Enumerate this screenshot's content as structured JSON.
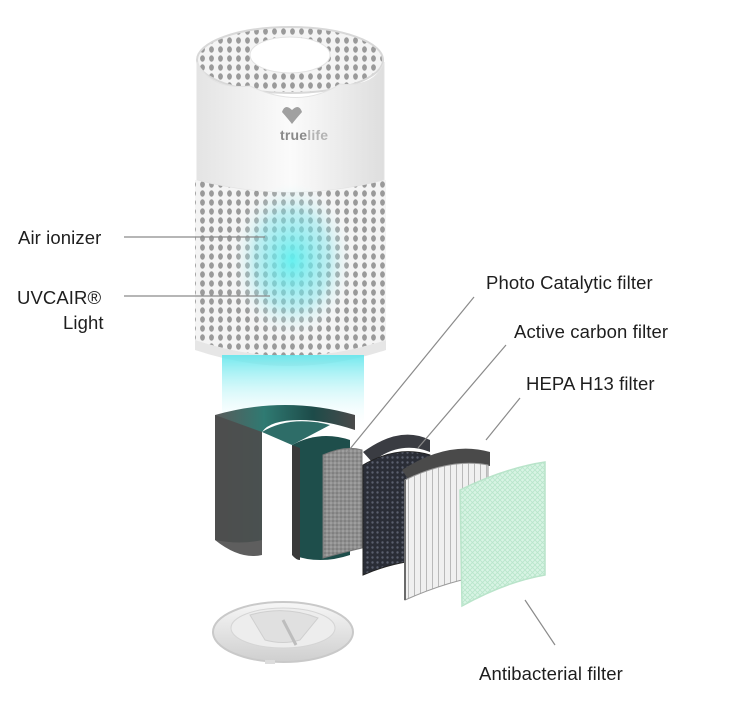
{
  "brand": {
    "prefix": "true",
    "suffix": "life",
    "logo_icon": "heart-leaf-icon"
  },
  "labels": {
    "air_ionizer": "Air ionizer",
    "uvcair_line1": "UVCAIR®",
    "uvcair_line2": "Light",
    "photo_catalytic": "Photo Catalytic filter",
    "active_carbon": "Active carbon filter",
    "hepa": "HEPA H13 filter",
    "antibacterial": "Antibacterial filter"
  },
  "colors": {
    "uv_glow": "#4fe6e6",
    "pre_filter": "#2b6e6a",
    "body": "#f2f2f2",
    "antibacterial_mesh": "#cdf0dc"
  }
}
